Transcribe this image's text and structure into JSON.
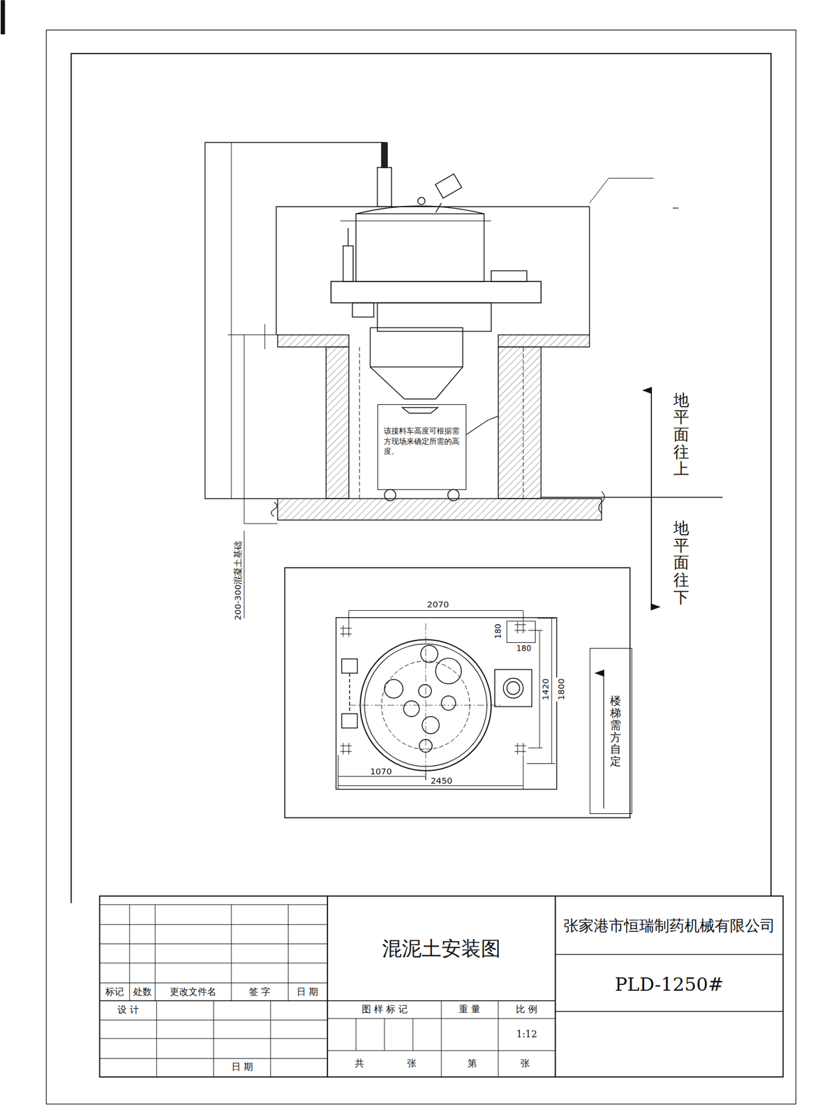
{
  "diagram": {
    "title": "混泥土安装图",
    "nodes": [
      {
        "text": [
          "该接料车高度可根据需方现场来确定所需的高度。"
        ]
      },
      {
        "text": [
          "楼梯需方自定"
        ]
      }
    ],
    "labels": [
      "地平面往上",
      "地平面往下",
      "200-300混凝土基础",
      "2070",
      "180",
      "180",
      "1420",
      "1800",
      "1070",
      "2450",
      "张家港市恒瑞制药机械有限公司",
      "PLD-1250#",
      "标记",
      "处数",
      "更改文件名",
      "签 字",
      "日 期",
      "设 计",
      "日 期",
      "图 样 标 记",
      "重 量",
      "比 例",
      "1:12",
      "共",
      "张",
      "第",
      "张"
    ]
  }
}
